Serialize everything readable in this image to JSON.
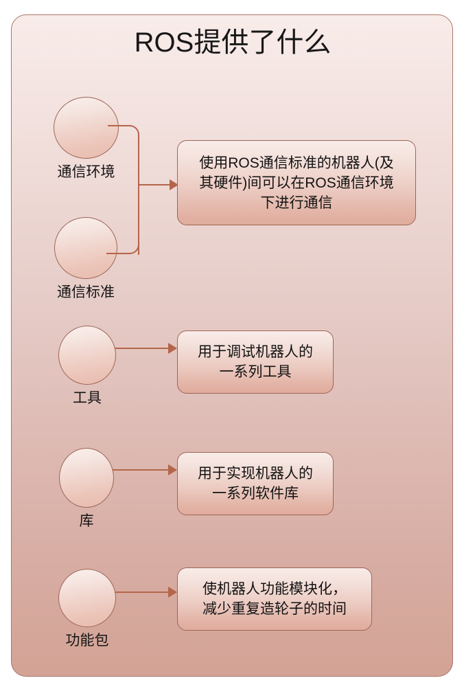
{
  "slide": {
    "title": "ROS提供了什么",
    "colors": {
      "border": "#a9766a",
      "connector": "#b4654a",
      "shape_border": "#9c6555",
      "text": "#121212"
    }
  },
  "groups": [
    {
      "id": "communication",
      "nodes": [
        {
          "label": "通信环境"
        },
        {
          "label": "通信标准"
        }
      ],
      "description": "使用ROS通信标准的机器人(及其硬件)间可以在ROS通信环境下进行通信",
      "lines": [
        "使用ROS通信标准的机器人(及",
        "其硬件)间可以在ROS通信环境",
        "下进行通信"
      ]
    },
    {
      "id": "tools",
      "nodes": [
        {
          "label": "工具"
        }
      ],
      "description": "用于调试机器人的一系列工具",
      "lines": [
        "用于调试机器人的",
        "一系列工具"
      ]
    },
    {
      "id": "libraries",
      "nodes": [
        {
          "label": "库"
        }
      ],
      "description": "用于实现机器人的一系列软件库",
      "lines": [
        "用于实现机器人的",
        "一系列软件库"
      ]
    },
    {
      "id": "packages",
      "nodes": [
        {
          "label": "功能包"
        }
      ],
      "description": "使机器人功能模块化，减少重复造轮子的时间",
      "lines": [
        "使机器人功能模块化，",
        "减少重复造轮子的时间"
      ]
    }
  ]
}
